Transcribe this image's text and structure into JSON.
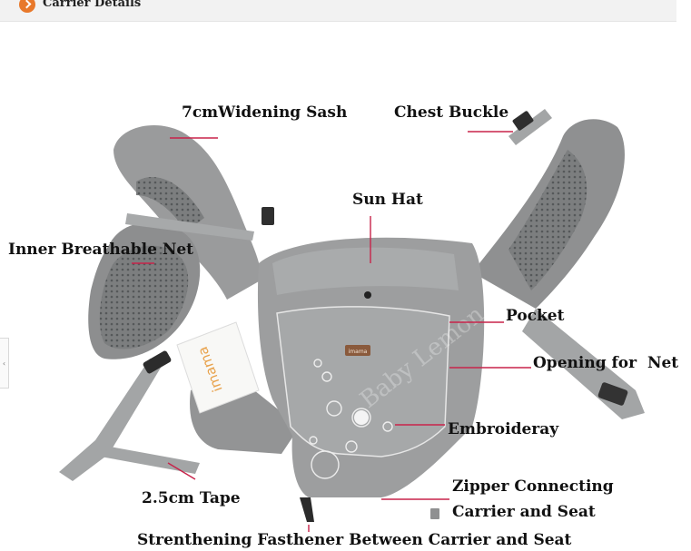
{
  "header": {
    "title": "Carrier Details",
    "icon": "chevron-right-circle-icon",
    "accent_color": "#e8782a"
  },
  "side_tab": {
    "glyph": "‹",
    "icon": "arrow-left-icon"
  },
  "product": {
    "brand_tag": "imama",
    "hang_tag": "imama",
    "watermark": "Baby Lemon"
  },
  "labels": {
    "widening_sash": "7cmWidening Sash",
    "chest_buckle": "Chest Buckle",
    "sun_hat": "Sun Hat",
    "inner_net": "Inner Breathable Net",
    "pocket": "Pocket",
    "opening_for_net": "Opening for  Net",
    "embroidery": "Embroideray",
    "tape": "2.5cm Tape",
    "zipper": "Zipper Connecting Carrier and Seat",
    "fastener": "Strenthening Fasthener Between Carrier and Seat"
  },
  "colors": {
    "fabric": "#9a9b9c",
    "fabric_dark": "#7f8081",
    "fabric_light": "#b4b5b6",
    "mesh": "#6f7172",
    "pointer": "#c8234a"
  }
}
